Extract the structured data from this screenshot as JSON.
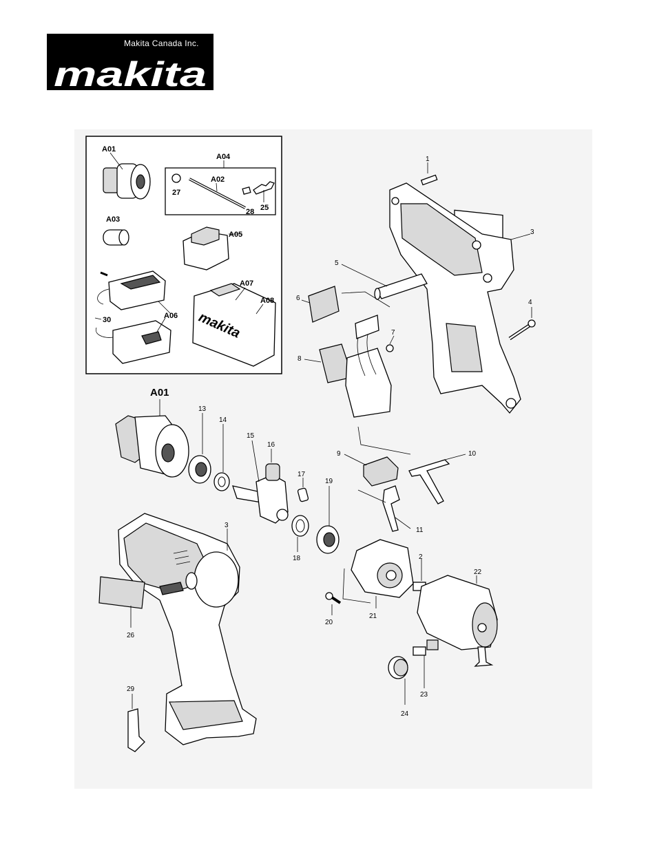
{
  "brand": {
    "company": "Makita Canada Inc.",
    "logo_text": "makita"
  },
  "kit_box": {
    "labels": {
      "a01": "A01",
      "a04": "A04",
      "a02": "A02",
      "a03": "A03",
      "a05": "A05",
      "a06": "A06",
      "a07": "A07",
      "a08": "A08",
      "p27": "27",
      "p28": "28",
      "p25": "25",
      "p30": "30"
    },
    "case_logo_text": "makita"
  },
  "main": {
    "chuck_label": "A01",
    "part_numbers": {
      "p1": "1",
      "p2": "2",
      "p3_handle": "3",
      "p3_housing": "3",
      "p4": "4",
      "p5": "5",
      "p6": "6",
      "p7": "7",
      "p8": "8",
      "p9": "9",
      "p10": "10",
      "p11": "11",
      "p13": "13",
      "p14": "14",
      "p15": "15",
      "p16": "16",
      "p17": "17",
      "p18": "18",
      "p19": "19",
      "p20": "20",
      "p21": "21",
      "p22": "22",
      "p23": "23",
      "p24": "24",
      "p26": "26",
      "p29": "29"
    }
  }
}
